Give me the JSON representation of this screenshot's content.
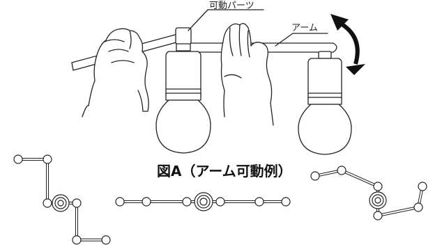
{
  "labels": {
    "movable_part": "可動パーツ",
    "arm": "アーム"
  },
  "caption": "図A（アーム可動例）",
  "colors": {
    "line": "#222222",
    "arrow": "#111111",
    "background": "#ffffff"
  },
  "icons": {
    "rotation_arrow": "curved-double-arrow-icon"
  }
}
